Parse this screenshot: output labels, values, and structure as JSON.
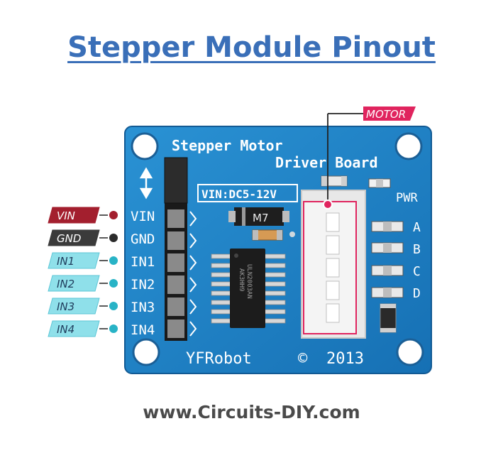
{
  "title": "Stepper Module Pinout",
  "footer": "www.Circuits-DIY.com",
  "board": {
    "heading_line1": "Stepper Motor",
    "heading_line2": "Driver Board",
    "vin_label": "VIN:DC5-12V",
    "diode_label": "M7",
    "brand": "YFRobot",
    "copyright": "©",
    "year": "2013",
    "pwr_label": "PWR",
    "led_labels": [
      "A",
      "B",
      "C",
      "D"
    ],
    "header_pins": [
      "VIN",
      "GND",
      "IN1",
      "IN2",
      "IN3",
      "IN4"
    ],
    "chip_text": [
      "ULN2003AN",
      "AK3HH9"
    ]
  },
  "tags": {
    "motor": "MOTOR",
    "pins": [
      {
        "label": "VIN",
        "bg": "#a31f2e",
        "color": "#ffffff",
        "dot": "#a31f2e"
      },
      {
        "label": "GND",
        "bg": "#3b3b3b",
        "color": "#ffffff",
        "dot": "#2b2b2b"
      },
      {
        "label": "IN1",
        "bg": "#8fe0ea",
        "color": "#1f3c5c",
        "dot": "#28b3c6"
      },
      {
        "label": "IN2",
        "bg": "#8fe0ea",
        "color": "#1f3c5c",
        "dot": "#28b3c6"
      },
      {
        "label": "IN3",
        "bg": "#8fe0ea",
        "color": "#1f3c5c",
        "dot": "#28b3c6"
      },
      {
        "label": "IN4",
        "bg": "#8fe0ea",
        "color": "#1f3c5c",
        "dot": "#28b3c6"
      }
    ]
  },
  "colors": {
    "title": "#3a6fb8",
    "board": "#1e84c8",
    "motor_tag": "#e0245e"
  }
}
